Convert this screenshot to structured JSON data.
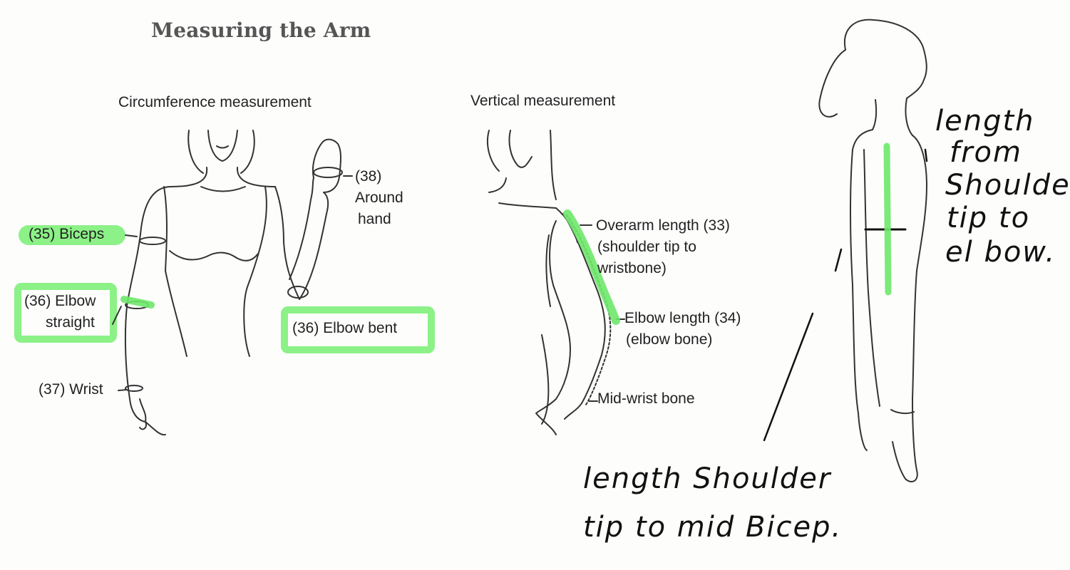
{
  "title": "Measuring the Arm",
  "sections": {
    "circumference": {
      "heading": "Circumference measurement",
      "labels": {
        "biceps": "(35) Biceps",
        "elbow_straight_1": "(36) Elbow",
        "elbow_straight_2": "straight",
        "elbow_bent": "(36) Elbow bent",
        "wrist": "(37) Wrist",
        "hand_1": "(38)",
        "hand_2": "Around",
        "hand_3": "hand"
      }
    },
    "vertical": {
      "heading": "Vertical measurement",
      "labels": {
        "overarm_1": "Overarm length (33)",
        "overarm_2": "(shoulder tip to",
        "overarm_3": "wristbone)",
        "elbow_len_1": "Elbow length (34)",
        "elbow_len_2": "(elbow bone)",
        "midwrist": "Mid-wrist bone"
      }
    },
    "handwritten": {
      "right_1": "length",
      "right_2": "from",
      "right_3": "Shoulder",
      "right_4": "tip to",
      "right_5": "el bow.",
      "bottom_1": "length Shoulder",
      "bottom_2": "tip to mid Bicep."
    }
  },
  "colors": {
    "highlight": "#7ff07a",
    "ink": "#2a2a2a"
  }
}
